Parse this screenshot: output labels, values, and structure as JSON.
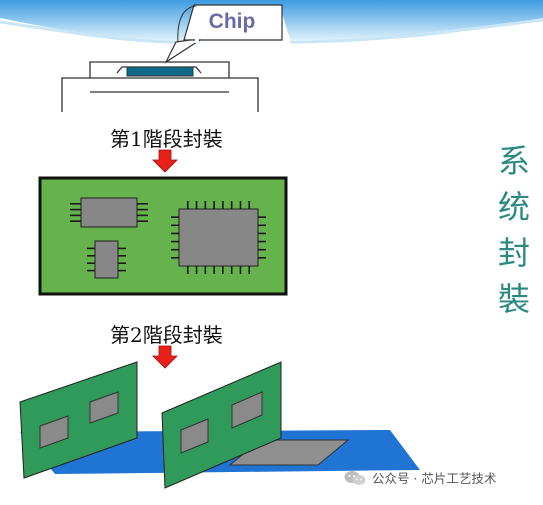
{
  "callout": {
    "label": "Chip"
  },
  "stages": [
    {
      "label": "第1階段封裝"
    },
    {
      "label": "第2階段封裝"
    }
  ],
  "side_title": [
    "系",
    "统",
    "封",
    "裝"
  ],
  "watermark": {
    "text": "公众号 · 芯片工艺技术",
    "icon": "wechat-icon"
  },
  "colors": {
    "sky_top": "#3f9ee0",
    "sky_light": "#d9eef9",
    "pcb_green": "#66b24c",
    "pcb_border": "#111111",
    "chip_gray": "#878787",
    "arrow_red": "#e8201a",
    "blue_board": "#1f74d4",
    "card_green": "#2f9a5a",
    "title_teal": "#2a8a82",
    "chip_label": "#6a6aa8"
  }
}
